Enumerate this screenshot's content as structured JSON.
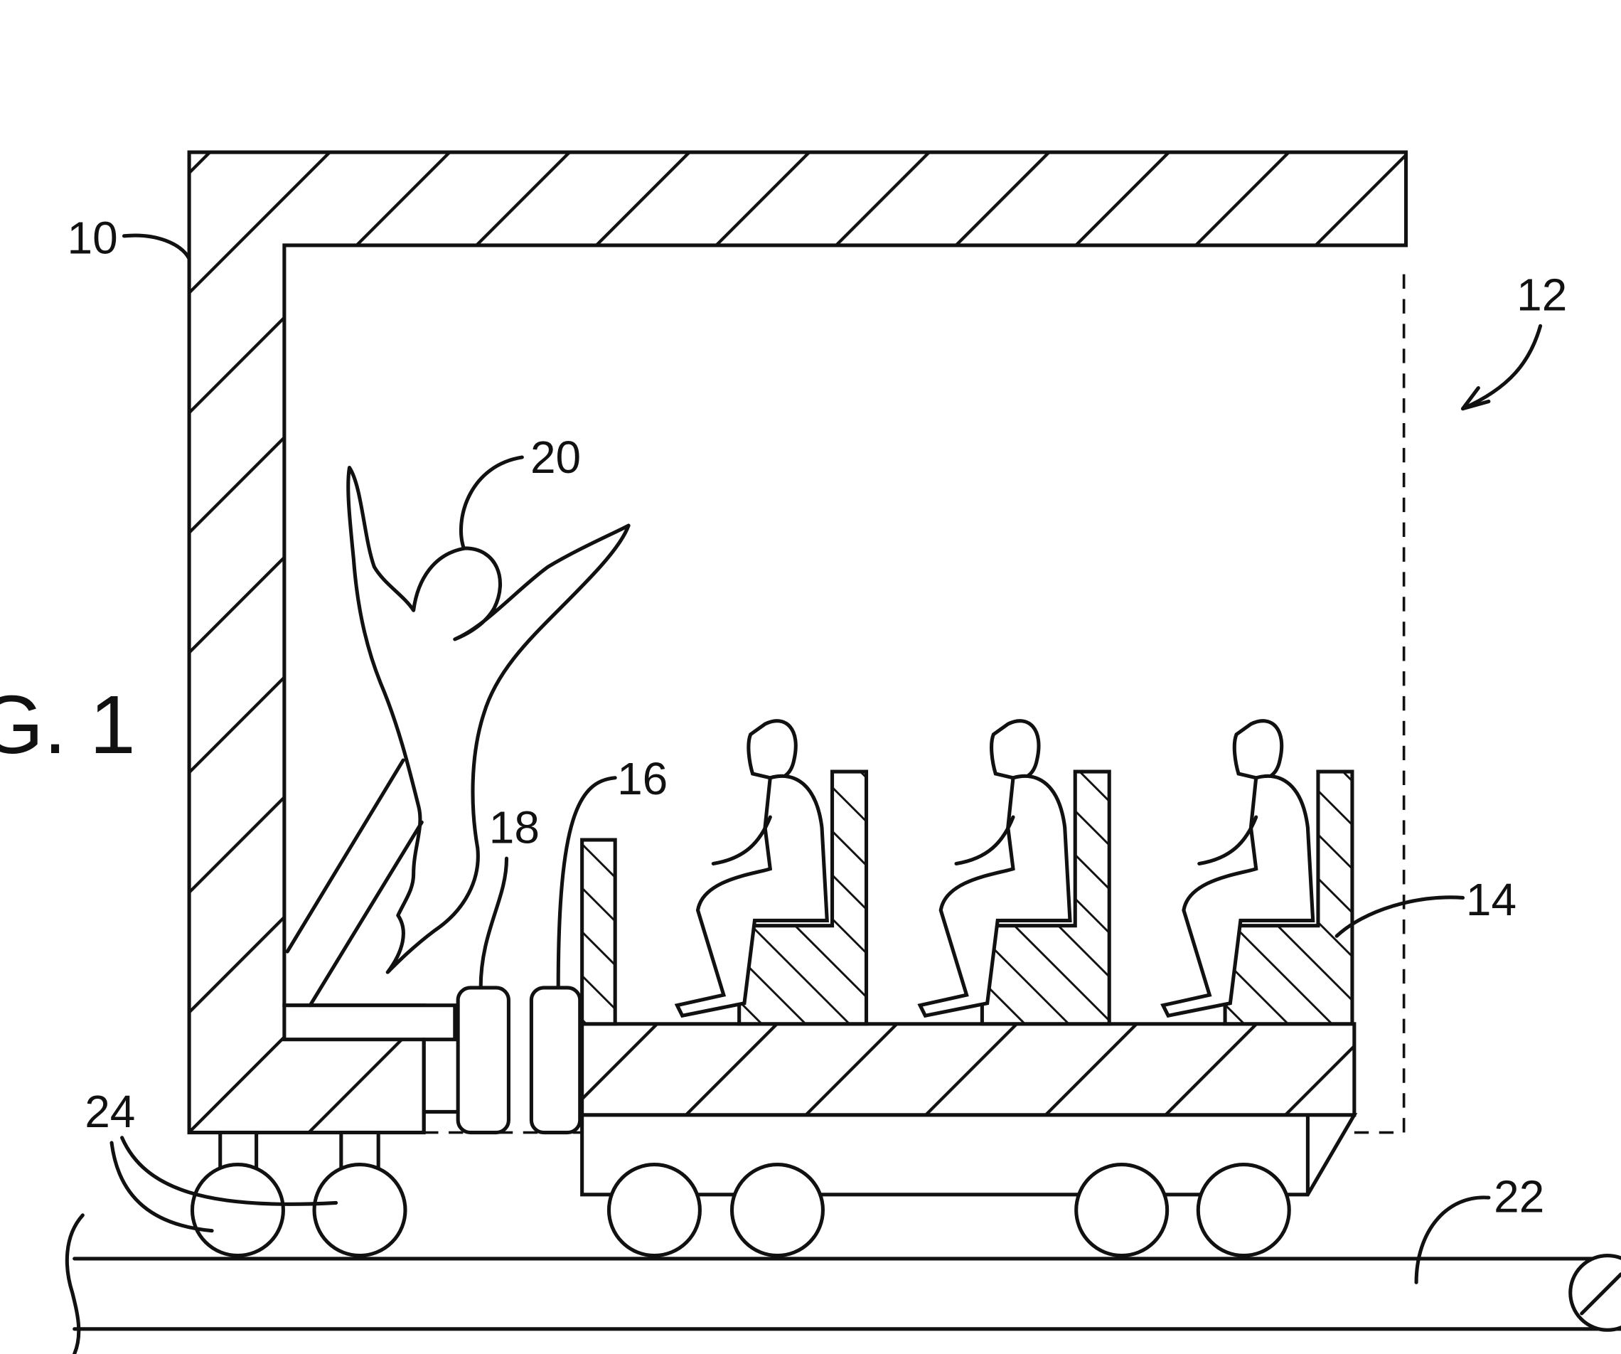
{
  "figure": {
    "title": "G. 1"
  },
  "labels": {
    "wall": "10",
    "ride": "12",
    "vehicle": "14",
    "vehicle_bumper": "16",
    "wall_bumper": "18",
    "performer": "20",
    "track": "22",
    "wheels": "24"
  }
}
